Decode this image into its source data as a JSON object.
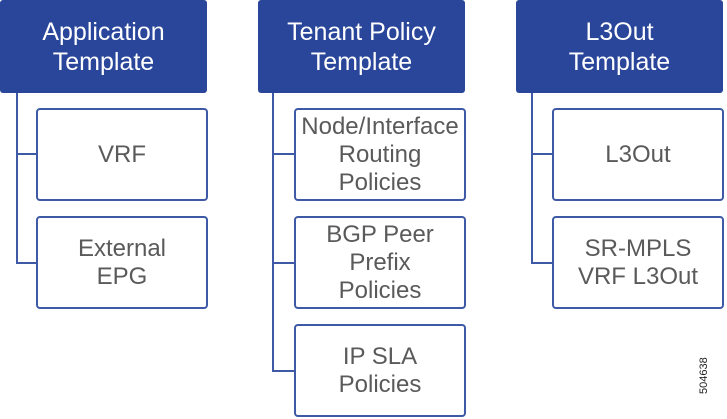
{
  "columns": [
    {
      "header": "Application\nTemplate",
      "children": [
        "VRF",
        "External\nEPG"
      ]
    },
    {
      "header": "Tenant Policy\nTemplate",
      "children": [
        "Node/Interface\nRouting\nPolicies",
        "BGP Peer\nPrefix\nPolicies",
        "IP SLA\nPolicies"
      ]
    },
    {
      "header": "L3Out\nTemplate",
      "children": [
        "L3Out",
        "SR-MPLS\nVRF L3Out"
      ]
    }
  ],
  "figure_id": "504638",
  "colors": {
    "header_fill": "#29469a",
    "header_text": "#ffffff",
    "child_border": "#3e5aa6",
    "child_text": "#5a5a5a",
    "connector": "#3e5aa6"
  }
}
